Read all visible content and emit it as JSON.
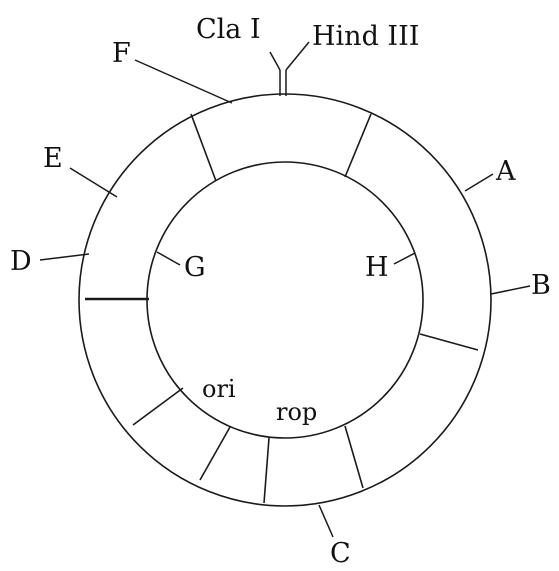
{
  "labels": {
    "cla": "Cla I",
    "hind": "Hind III",
    "a": "A",
    "b": "B",
    "c": "C",
    "d": "D",
    "e": "E",
    "f": "F",
    "g": "G",
    "h": "H",
    "ori": "ori",
    "rop": "rop"
  }
}
